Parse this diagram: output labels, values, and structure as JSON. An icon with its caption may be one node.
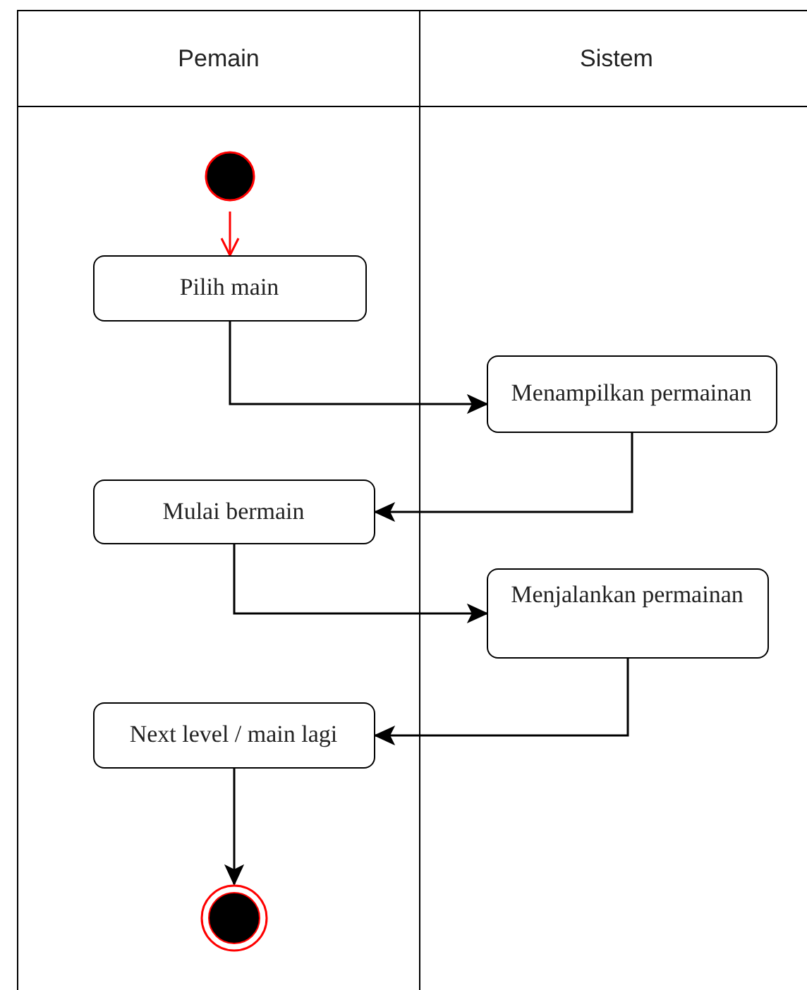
{
  "diagram": {
    "nodes": [
      {
        "text": [
          "Pemain"
        ]
      },
      {
        "text": [
          "Sistem"
        ]
      },
      {
        "text": [],
        "shape": "circle",
        "in": 0
      },
      {
        "text": [
          "Pilih main"
        ],
        "in": 0
      },
      {
        "text": [
          "Menampilkan permainan"
        ],
        "in": 1
      },
      {
        "text": [
          "Mulai bermain"
        ],
        "in": 0
      },
      {
        "text": [
          "Menjalankan permainan"
        ],
        "in": 1
      },
      {
        "text": [
          "Next level / main lagi"
        ],
        "in": 0
      },
      {
        "text": [],
        "shape": "circle",
        "in": 0
      }
    ],
    "edges": [
      {
        "from": 2,
        "to": 3,
        "arrow": "to",
        "color": "#ff0000"
      },
      {
        "from": 3,
        "to": 4,
        "arrow": "to"
      },
      {
        "from": 4,
        "to": 5,
        "arrow": "to"
      },
      {
        "from": 5,
        "to": 6,
        "arrow": "to"
      },
      {
        "from": 6,
        "to": 7,
        "arrow": "to"
      },
      {
        "from": 7,
        "to": 8,
        "arrow": "to"
      }
    ]
  }
}
